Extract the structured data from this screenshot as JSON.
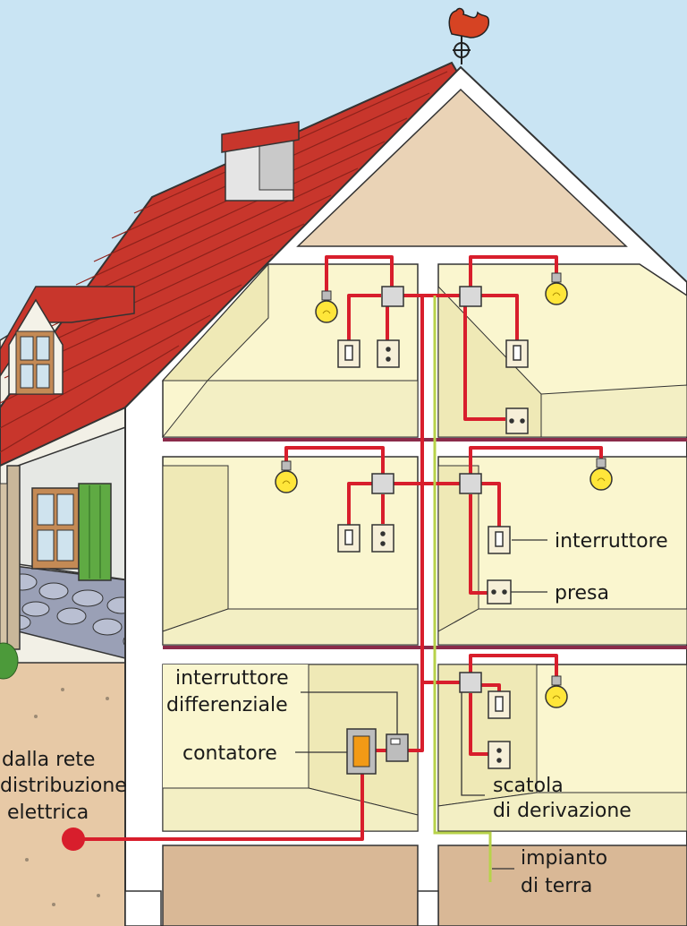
{
  "labels": {
    "interruttore": "interruttore",
    "presa": "presa",
    "interruttore_differenziale_line1": "interruttore",
    "interruttore_differenziale_line2": "differenziale",
    "contatore": "contatore",
    "rete_line1": "dalla rete",
    "rete_line2": "distribuzione",
    "rete_line3": "elettrica",
    "scatola_line1": "scatola",
    "scatola_line2": "di derivazione",
    "impianto_line1": "impianto",
    "impianto_line2": "di terra"
  },
  "colors": {
    "sky": "#c9e4f3",
    "roof": "#c8362c",
    "wall": "#faf6cf",
    "wire": "#d81e2c",
    "ground_wire": "#b7d24a",
    "earth": "#e5c8a6",
    "attic": "#ead3b6",
    "bulb": "#ffe63a",
    "meter": "#f29a16"
  },
  "icons": [
    "rooster-weathervane-icon",
    "light-bulb-icon",
    "wall-switch-icon",
    "socket-icon",
    "junction-box-icon",
    "meter-icon",
    "rcd-icon"
  ]
}
